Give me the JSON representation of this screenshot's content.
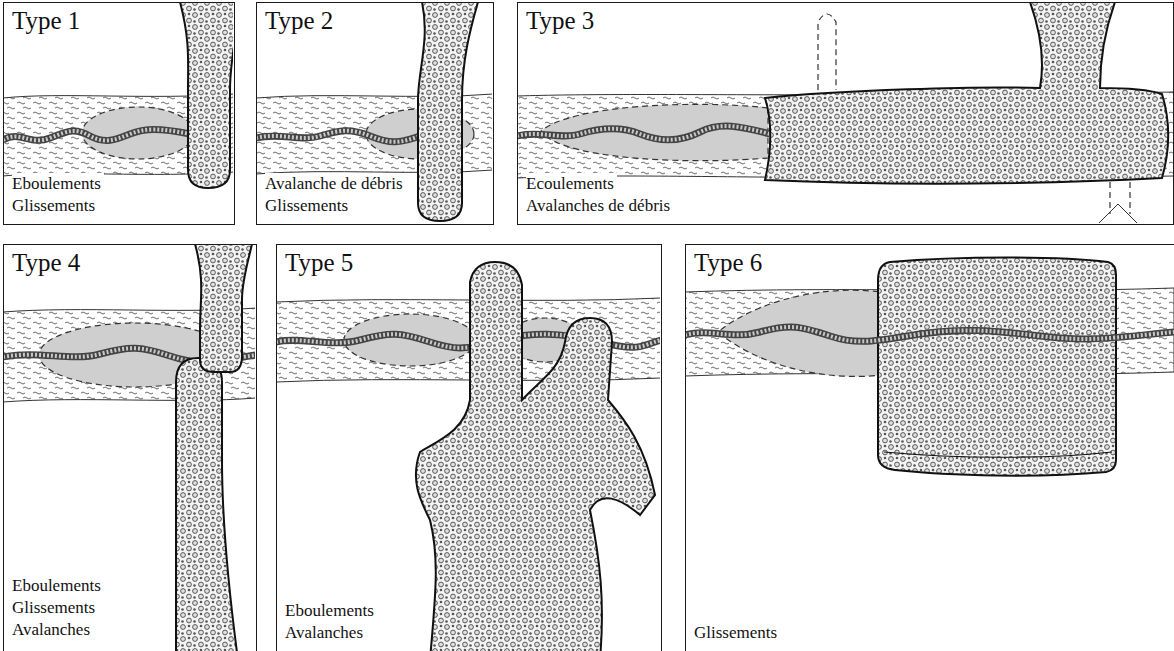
{
  "diagram": {
    "nodes": [
      {
        "text": [
          "Type 1",
          "Eboulements",
          "Glissements"
        ]
      },
      {
        "text": [
          "Type 2",
          "Avalanche de débris",
          "Glissements"
        ]
      },
      {
        "text": [
          "Type 3",
          "Ecoulements",
          "Avalanches de débris"
        ]
      },
      {
        "text": [
          "Type 4",
          "Eboulements",
          "Glissements",
          "Avalanches"
        ]
      },
      {
        "text": [
          "Type 5",
          "Eboulements",
          "Avalanches"
        ]
      },
      {
        "text": [
          "Type 6",
          "Glissements"
        ]
      }
    ]
  }
}
